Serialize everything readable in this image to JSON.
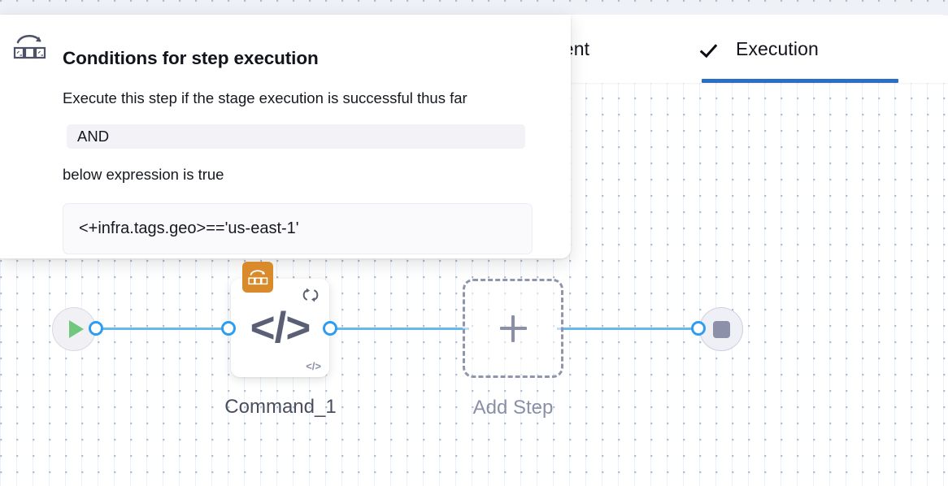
{
  "tabs": [
    {
      "id": "environment",
      "label": "ronment",
      "full_label": "Environment",
      "icon": "",
      "active": false
    },
    {
      "id": "execution",
      "label": "Execution",
      "icon": "check-icon",
      "active": true
    }
  ],
  "accent_color": "#2a6ec7",
  "panel": {
    "icon": "command-script-icon",
    "title": "Conditions for step execution",
    "line1": "Execute this step if the stage execution is successful thus far",
    "condition_operator": "AND",
    "line2": "below expression is true",
    "expression": "<+infra.tags.geo>=='us-east-1'"
  },
  "pipeline": {
    "start_node": {
      "icon": "play-icon",
      "label": ""
    },
    "end_node": {
      "icon": "stop-icon",
      "label": ""
    },
    "step": {
      "label": "Command_1",
      "badge_icon": "command-script-icon",
      "badge_color": "#d98b2c",
      "retry_icon": "loop-retry-icon",
      "glyph": "</>",
      "mini_glyph": "</>"
    },
    "add_step": {
      "label": "Add Step",
      "icon": "plus-icon"
    },
    "edge_color": "#64b9ef",
    "connector_color": "#2f9cf0"
  }
}
